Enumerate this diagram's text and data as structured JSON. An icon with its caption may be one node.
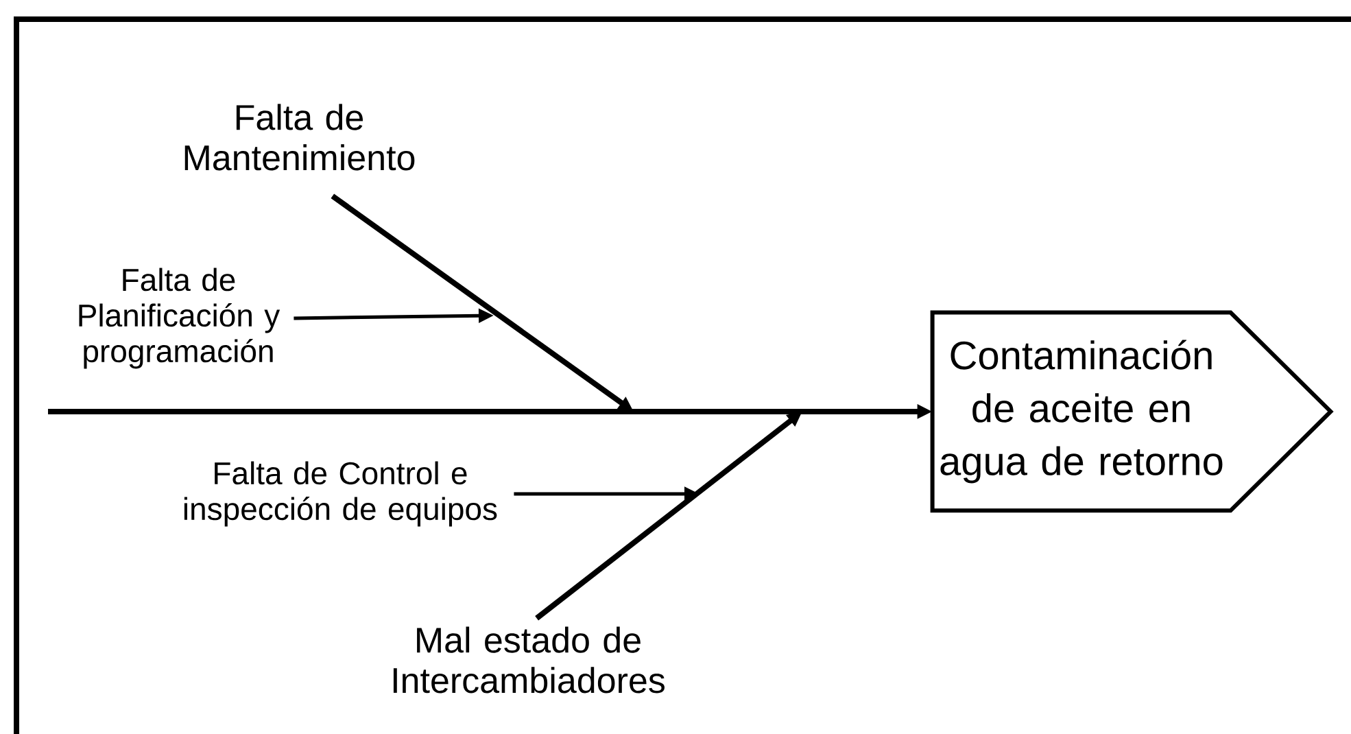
{
  "diagram": {
    "nodes": [
      {
        "text": [
          "Falta de Mantenimiento"
        ]
      },
      {
        "text": [
          "Falta de Planificación y programación"
        ]
      },
      {
        "text": [
          "Falta de Control e inspección de equipos"
        ]
      },
      {
        "text": [
          "Mal estado de Intercambiadores"
        ]
      },
      {
        "text": [
          "Contaminación de aceite en agua de retorno"
        ]
      }
    ],
    "edges": [
      {
        "from": null,
        "to": 4,
        "arrow": "to"
      },
      {
        "from": 0,
        "to": null,
        "arrow": "to"
      },
      {
        "from": 1,
        "to": null,
        "arrow": "to"
      },
      {
        "from": 2,
        "to": null,
        "arrow": "to"
      },
      {
        "from": 3,
        "to": null,
        "arrow": "to"
      }
    ]
  }
}
